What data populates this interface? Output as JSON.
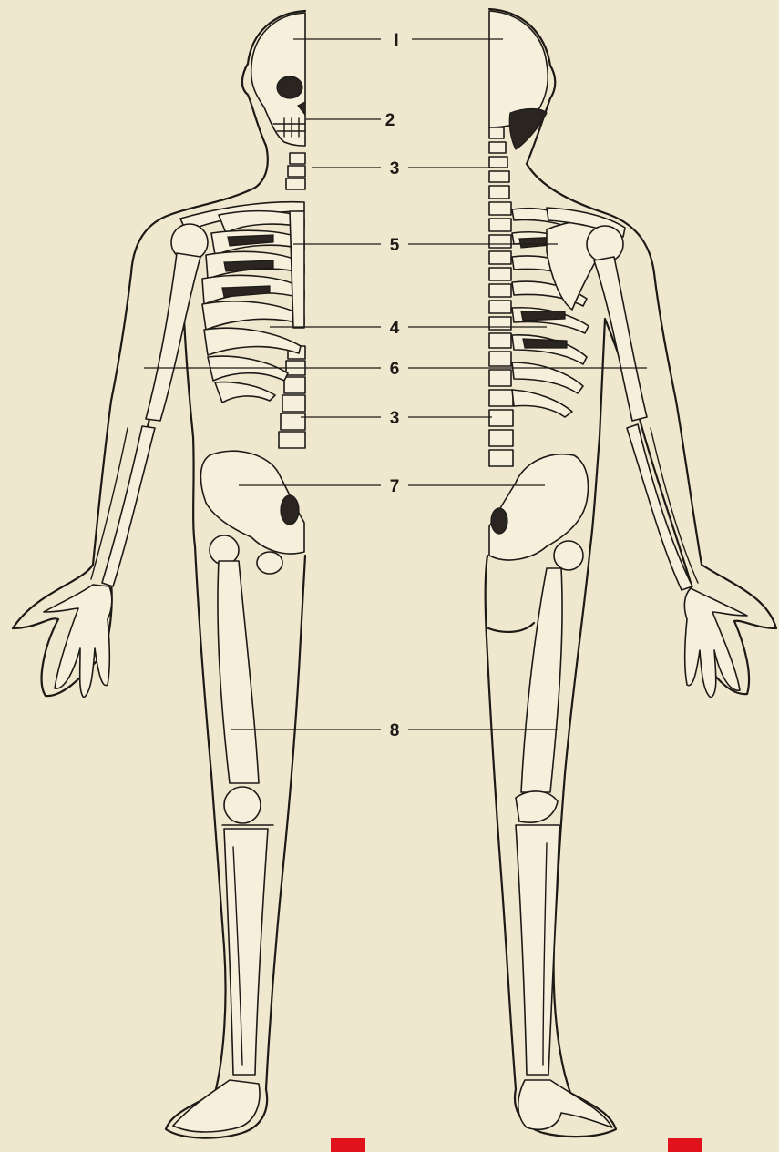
{
  "labels": [
    {
      "id": "label-1",
      "text": "I"
    },
    {
      "id": "label-2",
      "text": "2"
    },
    {
      "id": "label-3a",
      "text": "3"
    },
    {
      "id": "label-5",
      "text": "5"
    },
    {
      "id": "label-4",
      "text": "4"
    },
    {
      "id": "label-6",
      "text": "6"
    },
    {
      "id": "label-3b",
      "text": "3"
    },
    {
      "id": "label-7",
      "text": "7"
    },
    {
      "id": "label-8",
      "text": "8"
    }
  ],
  "colors": {
    "paper": "#f0e7cf",
    "ink": "#1d1a16",
    "stamp": "#e0121b"
  },
  "views": [
    "front-view",
    "back-view"
  ]
}
